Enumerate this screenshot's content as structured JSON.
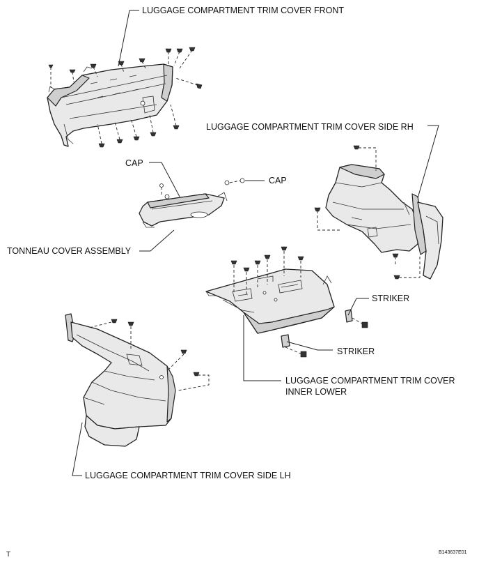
{
  "labels": {
    "trim_front": "LUGGAGE COMPARTMENT TRIM COVER FRONT",
    "trim_side_rh": "LUGGAGE COMPARTMENT TRIM COVER SIDE RH",
    "cap_left": "CAP",
    "cap_right": "CAP",
    "tonneau": "TONNEAU COVER ASSEMBLY",
    "striker_upper": "STRIKER",
    "striker_lower": "STRIKER",
    "inner_lower_line1": "LUGGAGE COMPARTMENT TRIM COVER",
    "inner_lower_line2": "INNER LOWER",
    "trim_side_lh": "LUGGAGE COMPARTMENT TRIM COVER SIDE LH"
  },
  "footer": {
    "corner_mark": "T",
    "figure_code": "B143637E01"
  }
}
